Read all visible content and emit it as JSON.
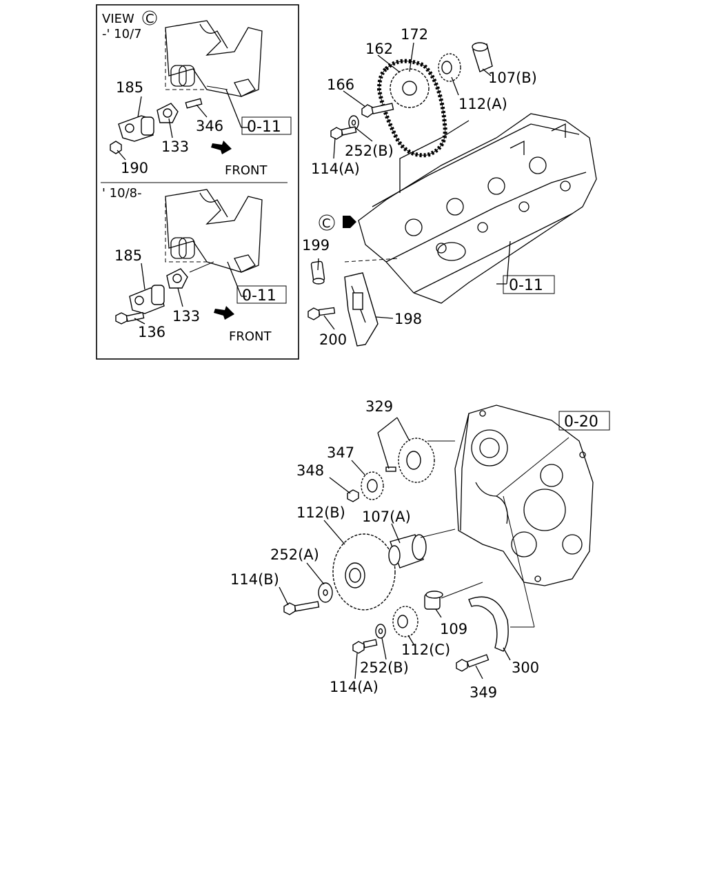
{
  "inset": {
    "view_label": "VIEW",
    "view_marker": "C",
    "upper_range": "-' 10/7",
    "lower_range": "' 10/8-",
    "front_upper": "FRONT",
    "front_lower": "FRONT",
    "ref_upper": "0-11",
    "ref_lower": "0-11",
    "parts_upper": [
      "185",
      "346",
      "133",
      "190"
    ],
    "parts_lower": [
      "185",
      "133",
      "136"
    ]
  },
  "head_section": {
    "view_marker": "C",
    "ref": "0-11",
    "parts": [
      "172",
      "162",
      "107(B)",
      "166",
      "112(A)",
      "252(B)",
      "114(A)",
      "199",
      "198",
      "200"
    ]
  },
  "gear_section": {
    "ref": "0-20",
    "parts": [
      "329",
      "347",
      "348",
      "112(B)",
      "107(A)",
      "252(A)",
      "114(B)",
      "109",
      "112(C)",
      "252(B)",
      "114(A)",
      "300",
      "349"
    ]
  }
}
